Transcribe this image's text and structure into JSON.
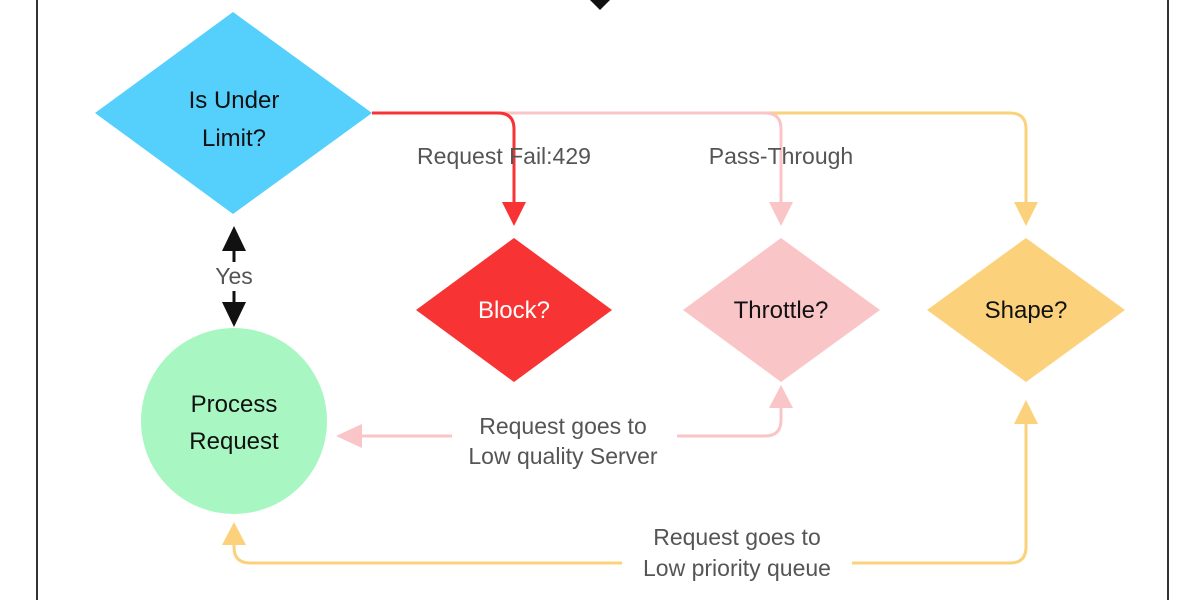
{
  "colors": {
    "limit": "#55CFFB",
    "block": "#F73333",
    "throttle": "#FAC5C7",
    "shape": "#FBD27B",
    "process": "#A8F7C2",
    "frame": "#333333",
    "text_dark": "#111111",
    "text_light": "#ffffff",
    "edge_text": "#555555"
  },
  "nodes": {
    "limit": {
      "line1": "Is Under",
      "line2": "Limit?"
    },
    "block": {
      "label": "Block?"
    },
    "throttle": {
      "label": "Throttle?"
    },
    "shape": {
      "label": "Shape?"
    },
    "process": {
      "line1": "Process",
      "line2": "Request"
    }
  },
  "edges": {
    "yes": "Yes",
    "request_fail": "Request Fail:429",
    "pass_through": "Pass-Through",
    "low_quality_line1": "Request goes to",
    "low_quality_line2": "Low quality Server",
    "low_priority_line1": "Request goes to",
    "low_priority_line2": "Low priority queue"
  }
}
